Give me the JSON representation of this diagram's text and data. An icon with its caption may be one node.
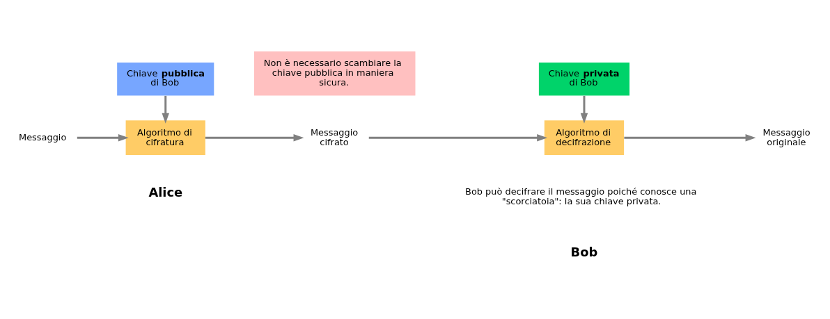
{
  "diagram": {
    "nodes": [
      {
        "text": [
          "Messaggio"
        ]
      },
      {
        "text": [
          "Algoritmo di cifratura"
        ]
      },
      {
        "text": [
          "Chiave **pubblica** di Bob"
        ]
      },
      {
        "text": [
          "Messaggio cifrato"
        ]
      },
      {
        "text": [
          "Non è necessario scambiare la chiave pubblica in maniera sicura."
        ]
      },
      {
        "text": [
          "Algoritmo di decifrazione"
        ]
      },
      {
        "text": [
          "Chiave **privata** di Bob"
        ]
      },
      {
        "text": [
          "Messaggio originale"
        ]
      }
    ],
    "edges": [
      {
        "from": 0,
        "to": 1,
        "arrow": "to"
      },
      {
        "from": 2,
        "to": 1,
        "arrow": "to"
      },
      {
        "from": 1,
        "to": 3,
        "arrow": "to"
      },
      {
        "from": 3,
        "to": 5,
        "arrow": "to"
      },
      {
        "from": 6,
        "to": 5,
        "arrow": "to"
      },
      {
        "from": 5,
        "to": 7,
        "arrow": "to"
      }
    ],
    "labels": [
      "Alice",
      "Bob",
      "Bob può decifrare il messaggio poiché conosce una \"scorciatoia\": la sua chiave privata."
    ]
  }
}
